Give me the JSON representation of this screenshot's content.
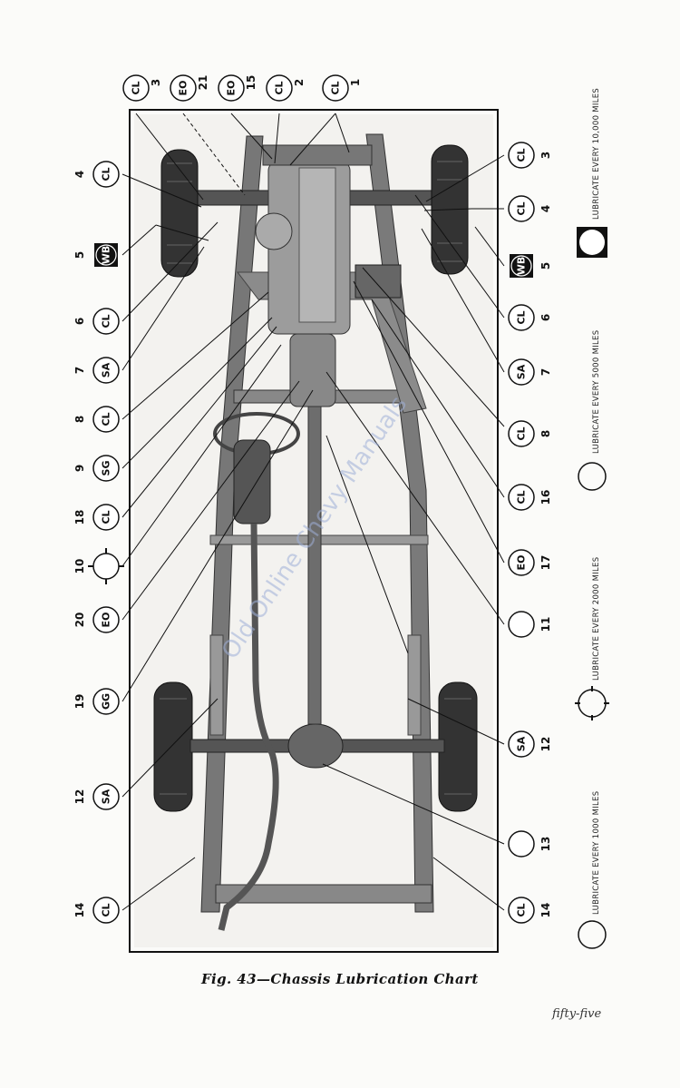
{
  "figure": {
    "caption": "Fig. 43—Chassis Lubrication Chart",
    "page_number": "fifty-five",
    "watermark": "Old Online Chevy Manuals"
  },
  "top_markers": [
    {
      "code": "CL",
      "num": "3"
    },
    {
      "code": "EO",
      "num": "21"
    },
    {
      "code": "EO",
      "num": "15"
    },
    {
      "code": "CL",
      "num": "2"
    },
    {
      "code": "CL",
      "num": "1"
    }
  ],
  "left_markers": [
    {
      "code": "CL",
      "num": "4",
      "style": "circle"
    },
    {
      "code": "WB",
      "num": "5",
      "style": "square"
    },
    {
      "code": "CL",
      "num": "6",
      "style": "circle"
    },
    {
      "code": "SA",
      "num": "7",
      "style": "circle"
    },
    {
      "code": "CL",
      "num": "8",
      "style": "circle"
    },
    {
      "code": "SG",
      "num": "9",
      "style": "circle"
    },
    {
      "code": "CL",
      "num": "18",
      "style": "circle"
    },
    {
      "code": "",
      "num": "10",
      "style": "gear"
    },
    {
      "code": "EO",
      "num": "20",
      "style": "circle"
    },
    {
      "code": "GG",
      "num": "19",
      "style": "circle"
    },
    {
      "code": "SA",
      "num": "12",
      "style": "circle"
    },
    {
      "code": "CL",
      "num": "14",
      "style": "circle"
    }
  ],
  "right_markers": [
    {
      "code": "CL",
      "num": "3",
      "style": "circle"
    },
    {
      "code": "CL",
      "num": "4",
      "style": "circle"
    },
    {
      "code": "WB",
      "num": "5",
      "style": "square"
    },
    {
      "code": "CL",
      "num": "6",
      "style": "circle"
    },
    {
      "code": "SA",
      "num": "7",
      "style": "circle"
    },
    {
      "code": "CL",
      "num": "8",
      "style": "circle"
    },
    {
      "code": "CL",
      "num": "16",
      "style": "circle"
    },
    {
      "code": "EO",
      "num": "17",
      "style": "circle"
    },
    {
      "code": "",
      "num": "11",
      "style": "circle"
    },
    {
      "code": "SA",
      "num": "12",
      "style": "circle"
    },
    {
      "code": "",
      "num": "13",
      "style": "circle"
    },
    {
      "code": "CL",
      "num": "14",
      "style": "circle"
    }
  ],
  "legend": [
    {
      "text": "LUBRICATE EVERY 10,000 MILES",
      "symbol": "filled-square"
    },
    {
      "text": "LUBRICATE EVERY 5000 MILES",
      "symbol": "open-circle"
    },
    {
      "text": "LUBRICATE EVERY 2000 MILES",
      "symbol": "gear-circle"
    },
    {
      "text": "LUBRICATE EVERY 1000 MILES",
      "symbol": "open-circle"
    }
  ]
}
